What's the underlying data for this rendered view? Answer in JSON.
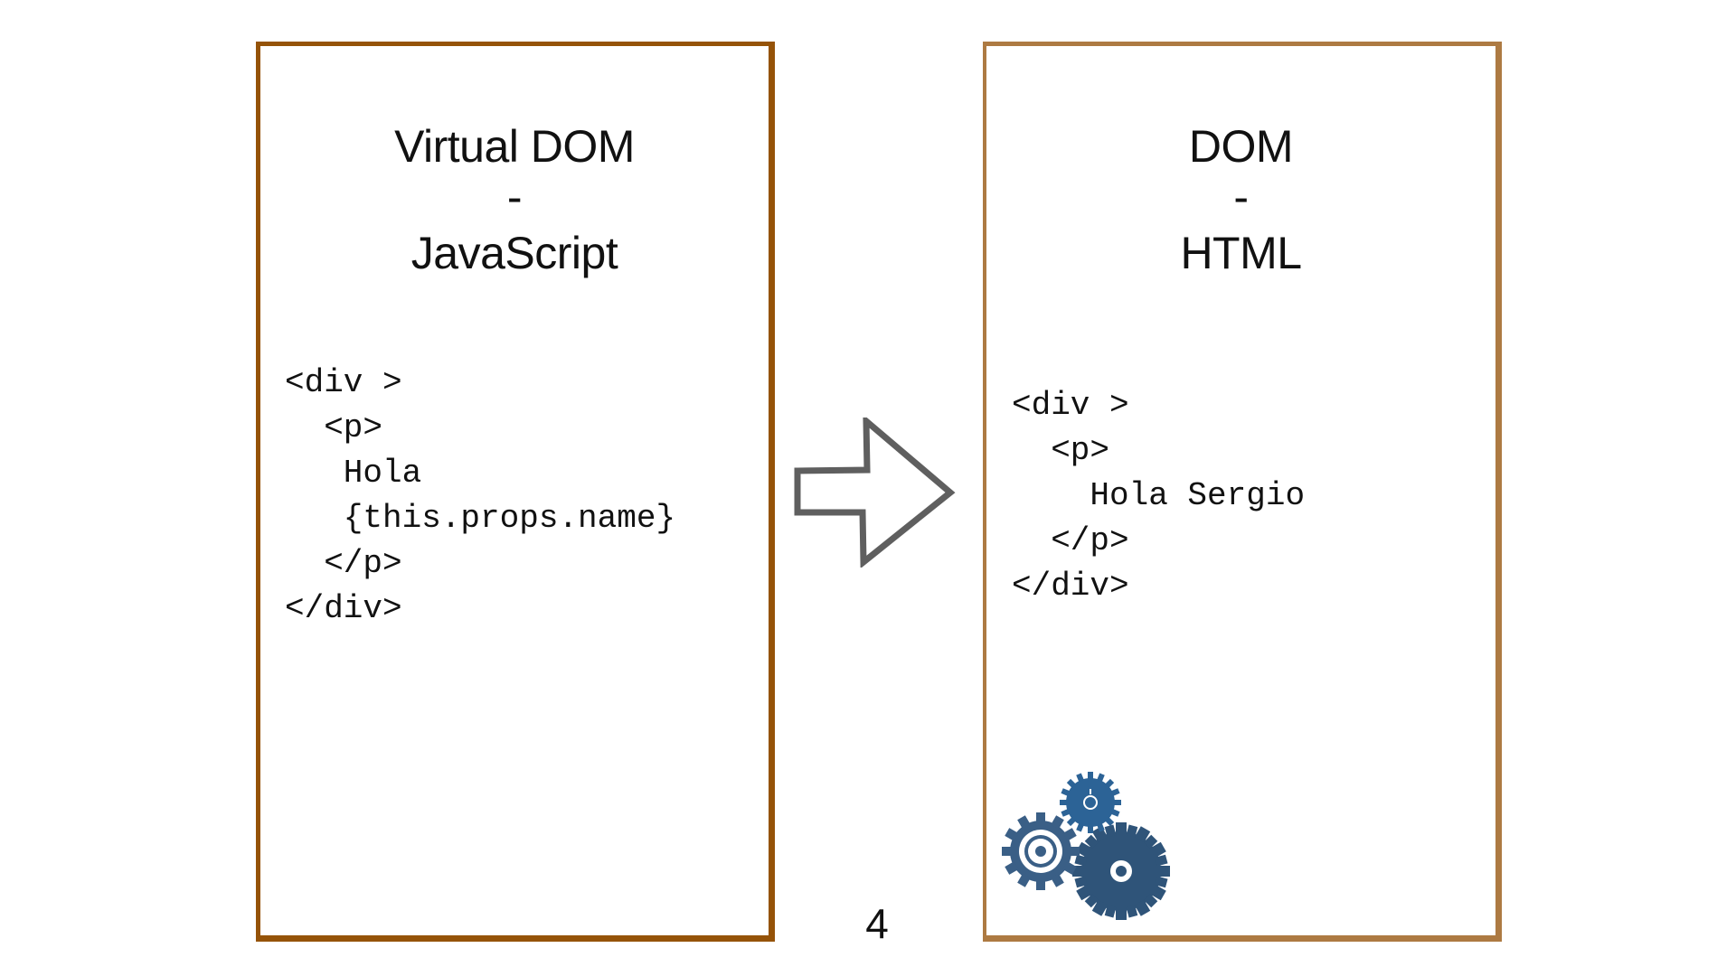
{
  "left_panel": {
    "title_line1": "Virtual DOM",
    "title_sep": "-",
    "title_line2": "JavaScript",
    "code": [
      "<div >",
      "  <p>",
      "   Hola",
      "   {this.props.name}",
      "  </p>",
      "</div>"
    ],
    "border_color": "#955308"
  },
  "right_panel": {
    "title_line1": "DOM",
    "title_sep": "-",
    "title_line2": "HTML",
    "code": [
      "<div >",
      "  <p>",
      "    Hola Sergio",
      "  </p>",
      "</div>"
    ],
    "border_color": "#ad7a42"
  },
  "arrow": {
    "icon": "right-arrow-icon",
    "color": "#5f5f5f"
  },
  "gears": {
    "icon": "gears-icon",
    "color": "#2f5479"
  },
  "slide_number": "4"
}
